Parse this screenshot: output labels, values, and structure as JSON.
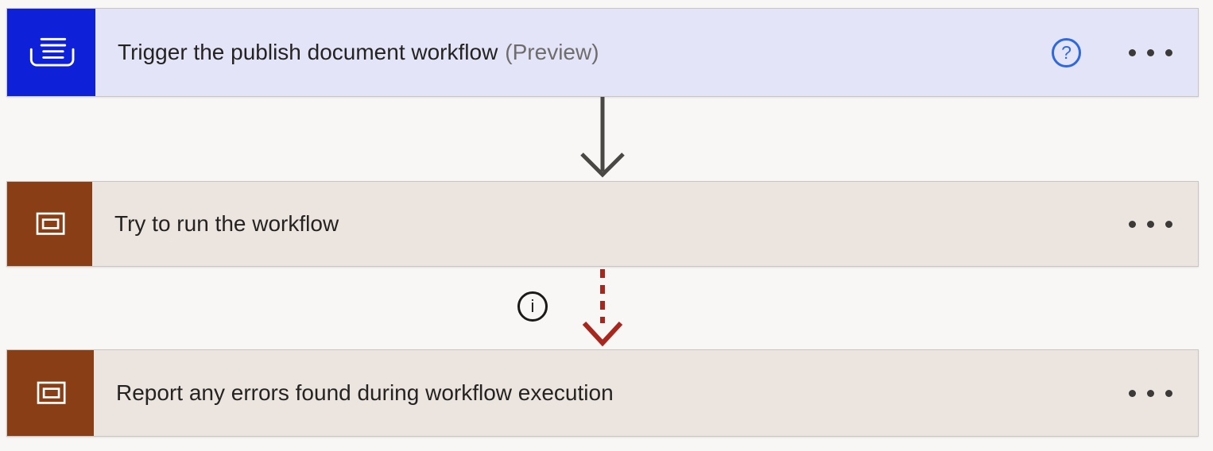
{
  "cards": [
    {
      "id": "trigger",
      "title": "Trigger the publish document workflow",
      "badge": "(Preview)",
      "icon": "tray-lines-icon",
      "background": "#e3e4f7",
      "icon_background": "#0e21d8",
      "has_help": true
    },
    {
      "id": "scope-try",
      "title": "Try to run the workflow",
      "icon": "scope-icon",
      "background": "#ece4de",
      "icon_background": "#8a3e16"
    },
    {
      "id": "scope-report",
      "title": "Report any errors found during workflow execution",
      "icon": "scope-icon",
      "background": "#ece4de",
      "icon_background": "#8a3e16"
    }
  ],
  "glyphs": {
    "help": "?",
    "info": "i"
  },
  "connectors": [
    {
      "from": "trigger",
      "to": "scope-try",
      "style": "solid",
      "color": "#4a4845"
    },
    {
      "from": "scope-try",
      "to": "scope-report",
      "style": "dashed",
      "color": "#a7261d",
      "has_info": true
    }
  ],
  "colors": {
    "page_background": "#f8f7f6",
    "card_border": "#c8c6c4",
    "title_text": "#242322",
    "preview_text": "#6e6d6b",
    "help_accent": "#2e68e0",
    "solid_arrow": "#4a4845",
    "dashed_arrow": "#a7261d",
    "ellipsis": "#3b3a39",
    "info_outline": "#1b1a19"
  }
}
